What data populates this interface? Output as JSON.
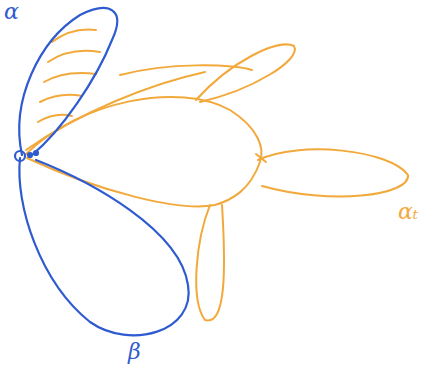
{
  "diagram": {
    "labels": [
      "α",
      "β",
      "αₜ"
    ]
  }
}
